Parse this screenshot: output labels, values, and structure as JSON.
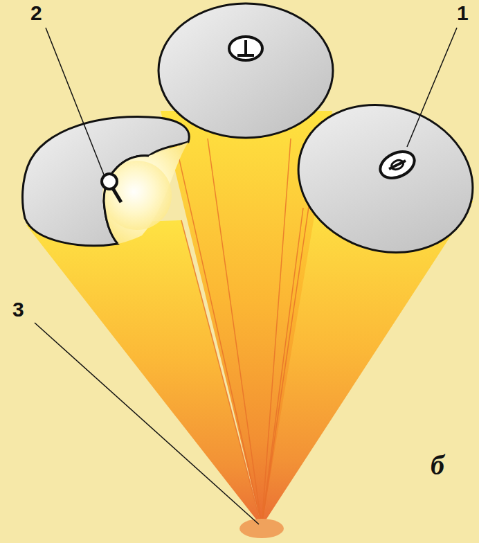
{
  "diagram": {
    "labels": [
      "1",
      "2",
      "3",
      "б"
    ]
  }
}
